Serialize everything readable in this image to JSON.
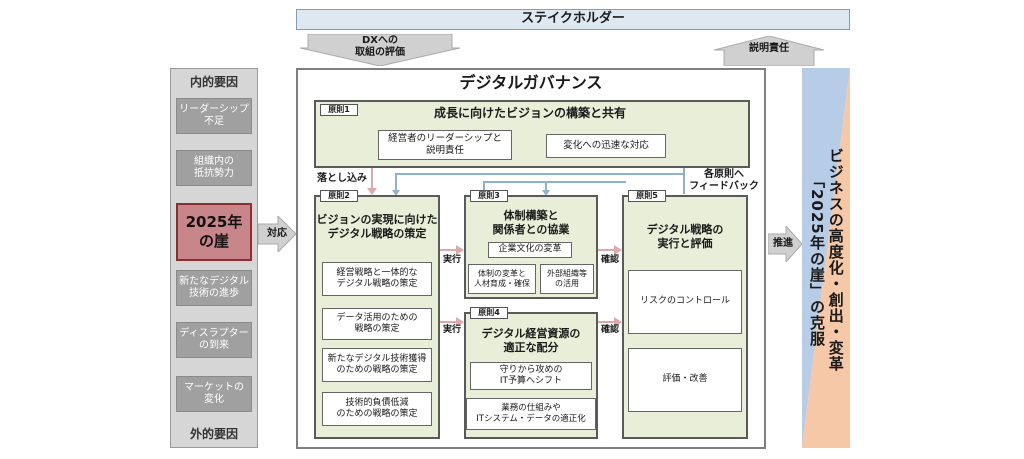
{
  "stakeholder": "ステイクホルダー",
  "arrows": {
    "dx_eval": "DXへの\n取組の評価",
    "accountability": "説明責任",
    "taiou": "対応",
    "suishin": "推進",
    "otoshikomi": "落とし込み",
    "feedback": "各原則へ\nフィードバック",
    "jikkou1": "実行",
    "jikkou2": "実行",
    "kakunin1": "確認",
    "kakunin2": "確認"
  },
  "left": {
    "internal_header": "内的要因",
    "external_header": "外的要因",
    "items": [
      "リーダーシップ\n不足",
      "組織内の\n抵抗勢力",
      "新たなデジタル\n技術の進歩",
      "ディスラプター\nの到来",
      "マーケットの\n変化"
    ],
    "crisis": "2025年\nの崖"
  },
  "governance": {
    "title": "デジタルガバナンス",
    "p1": {
      "tag": "原則1",
      "title": "成長に向けたビジョンの構築と共有",
      "items": [
        "経営者のリーダーシップと\n説明責任",
        "変化への迅速な対応"
      ]
    },
    "p2": {
      "tag": "原則2",
      "title": "ビジョンの実現に向けた\nデジタル戦略の策定",
      "items": [
        "経営戦略と一体的な\nデジタル戦略の策定",
        "データ活用のための\n戦略の策定",
        "新たなデジタル技術獲得\nのための戦略の策定",
        "技術的負債低減\nのための戦略の策定"
      ]
    },
    "p3": {
      "tag": "原則3",
      "title": "体制構築と\n関係者との協業",
      "culture": "企業文化の変革",
      "items": [
        "体制の変革と\n人材育成・確保",
        "外部組織等\nの活用"
      ]
    },
    "p4": {
      "tag": "原則4",
      "title": "デジタル経営資源の\n適正な配分",
      "items": [
        "守りから攻めの\nIT予算へシフト",
        "業務の仕組みや\nITシステム・データの適正化"
      ]
    },
    "p5": {
      "tag": "原則5",
      "title": "デジタル戦略の\n実行と評価",
      "items": [
        "リスクのコントロール",
        "評価・改善"
      ]
    }
  },
  "right": {
    "text": "ビジネスの高度化・創出・変革\n「2025年の崖」の克服",
    "colors": {
      "top": "#b7cce6",
      "bottom": "#f6c8a7"
    }
  }
}
